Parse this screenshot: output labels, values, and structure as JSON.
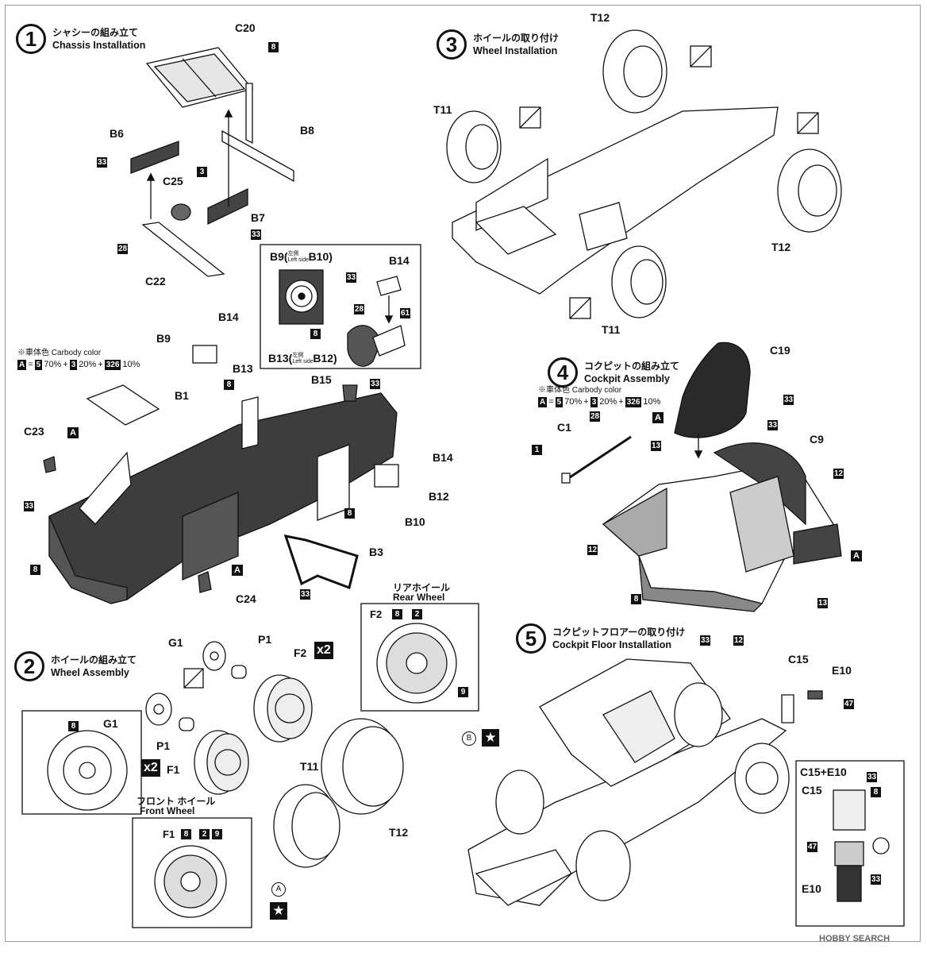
{
  "steps": {
    "s1": {
      "number": "1",
      "jp": "シャシーの組み立て",
      "en": "Chassis Installation"
    },
    "s2": {
      "number": "2",
      "jp": "ホイールの組み立て",
      "en": "Wheel Assembly"
    },
    "s3": {
      "number": "3",
      "jp": "ホイールの取り付け",
      "en": "Wheel Installation"
    },
    "s4": {
      "number": "4",
      "jp": "コクピットの組み立て",
      "en": "Cockpit Assembly"
    },
    "s5": {
      "number": "5",
      "jp": "コクピットフロアーの取り付け",
      "en": "Cockpit Floor Installation"
    }
  },
  "carbody_color": {
    "jp": "※車体色",
    "en": "Carbody color",
    "letter": "A",
    "eq": "=",
    "c1": "5",
    "p1": "70%",
    "plus": "+",
    "c2": "3",
    "p2": "20%",
    "c3": "326",
    "p3": "10%"
  },
  "parts": {
    "C20": "C20",
    "B6": "B6",
    "B8": "B8",
    "C25": "C25",
    "B7": "B7",
    "C22": "C22",
    "B9_B10": "B9(",
    "B10": "B10)",
    "left_jp": "左側",
    "left_en": "Left side",
    "B14": "B14",
    "B13_B12": "B13(",
    "B12": "B12)",
    "B9": "B9",
    "B13": "B13",
    "B1": "B1",
    "B15": "B15",
    "C23": "C23",
    "B12b": "B12",
    "B10b": "B10",
    "B3": "B3",
    "C24": "C24",
    "B14b": "B14",
    "T12a": "T12",
    "T11a": "T11",
    "T12b": "T12",
    "T11b": "T11",
    "C19": "C19",
    "C1": "C1",
    "C9": "C9",
    "G1": "G1",
    "P1": "P1",
    "F2": "F2",
    "F1": "F1",
    "T11": "T11",
    "T12": "T12",
    "C15": "C15",
    "E10": "E10",
    "C15E10": "C15+E10"
  },
  "codes": {
    "n8": "8",
    "n33": "33",
    "n3": "3",
    "n28": "28",
    "n61": "61",
    "n2": "2",
    "n9": "9",
    "n12": "12",
    "n13": "13",
    "n1": "1",
    "n47": "47",
    "A": "A"
  },
  "wheels": {
    "rear_jp": "リアホイール",
    "rear_en": "Rear Wheel",
    "front_jp": "フロント ホイール",
    "front_en": "Front Wheel",
    "x2": "x2",
    "star": "★",
    "circA": "A",
    "circB": "B"
  },
  "watermark": "HOBBY SEARCH"
}
